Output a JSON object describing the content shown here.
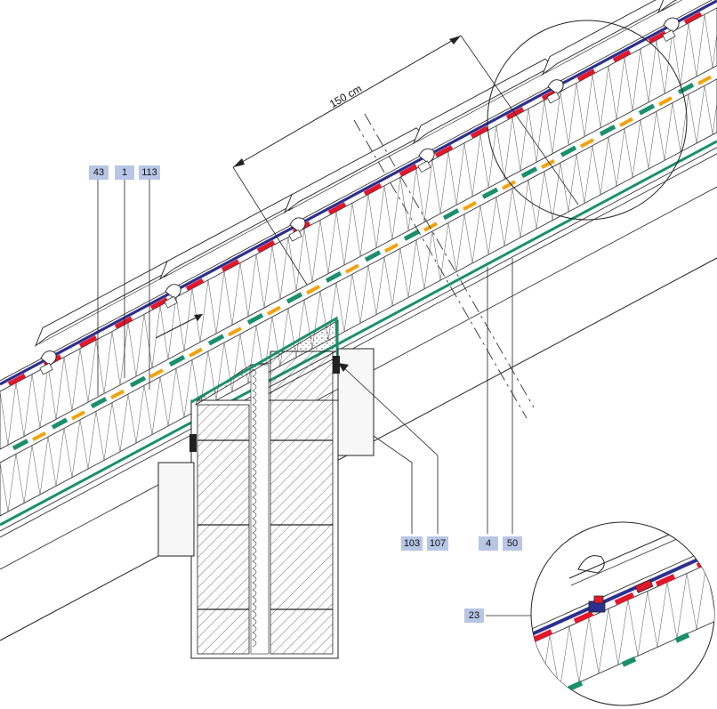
{
  "dimension": {
    "label": "150 cm"
  },
  "callouts": [
    {
      "id": "c43",
      "label": "43"
    },
    {
      "id": "c1",
      "label": "1"
    },
    {
      "id": "c113",
      "label": "113"
    },
    {
      "id": "c103",
      "label": "103"
    },
    {
      "id": "c107",
      "label": "107"
    },
    {
      "id": "c4",
      "label": "4"
    },
    {
      "id": "c50",
      "label": "50"
    },
    {
      "id": "c23",
      "label": "23"
    }
  ],
  "colors": {
    "callout_fill": "#b7c6e4",
    "underlay_blue": "#2b2f8f",
    "counter_batten_red": "#e3172b",
    "vapour_green": "#1a8f6d",
    "tape_orange": "#f2a20c",
    "line": "#222222",
    "fill_grey": "#f2f2f2"
  }
}
